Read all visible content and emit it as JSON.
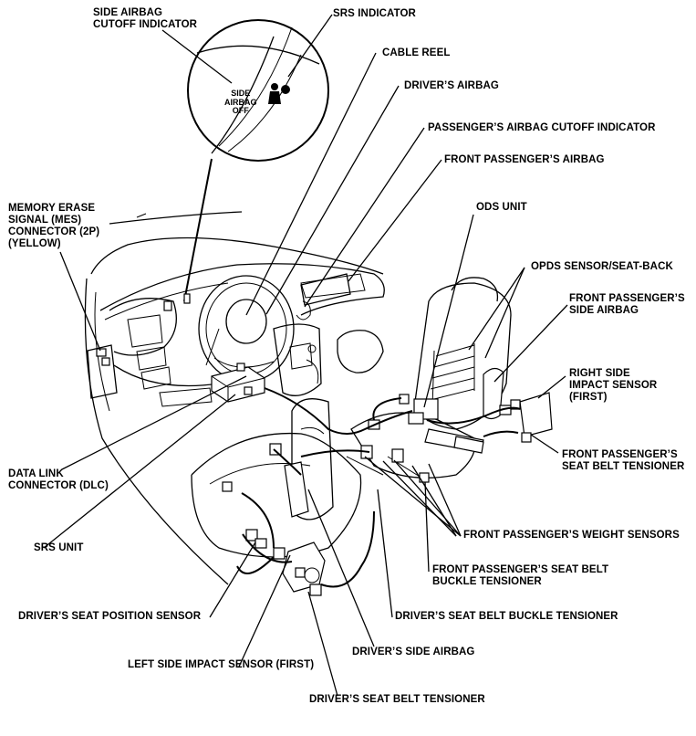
{
  "labels": {
    "side_airbag_cutoff_indicator": "SIDE AIRBAG\nCUTOFF INDICATOR",
    "srs_indicator": "SRS INDICATOR",
    "cable_reel": "CABLE REEL",
    "drivers_airbag": "DRIVER’S AIRBAG",
    "passengers_airbag_cutoff_indicator": "PASSENGER’S AIRBAG CUTOFF INDICATOR",
    "front_passengers_airbag": "FRONT PASSENGER’S AIRBAG",
    "memory_erase_signal": "MEMORY ERASE\nSIGNAL (MES)\nCONNECTOR (2P)\n(YELLOW)",
    "ods_unit": "ODS UNIT",
    "opds_sensor": "OPDS SENSOR/SEAT-BACK",
    "front_passengers_side_airbag": "FRONT PASSENGER’S\nSIDE AIRBAG",
    "right_side_impact_sensor": "RIGHT SIDE\nIMPACT SENSOR\n(FIRST)",
    "front_passengers_seat_belt_tensioner": "FRONT PASSENGER’S\nSEAT BELT TENSIONER",
    "data_link_connector": "DATA LINK\nCONNECTOR (DLC)",
    "srs_unit": "SRS UNIT",
    "front_passengers_weight_sensors": "FRONT PASSENGER’S WEIGHT SENSORS",
    "front_passengers_buckle_tensioner": "FRONT PASSENGER’S SEAT BELT\nBUCKLE TENSIONER",
    "drivers_seat_position_sensor": "DRIVER’S SEAT POSITION SENSOR",
    "drivers_buckle_tensioner": "DRIVER’S SEAT BELT BUCKLE TENSIONER",
    "left_side_impact_sensor": "LEFT SIDE IMPACT SENSOR (FIRST)",
    "drivers_side_airbag": "DRIVER’S SIDE AIRBAG",
    "drivers_seat_belt_tensioner": "DRIVER’S SEAT BELT TENSIONER"
  },
  "inset": {
    "side_airbag_text": "SIDE\nAIRBAG\nOFF"
  },
  "icons": [
    "srs-airbag-person-icon"
  ],
  "colors": {
    "ink": "#000000",
    "background": "#ffffff"
  }
}
